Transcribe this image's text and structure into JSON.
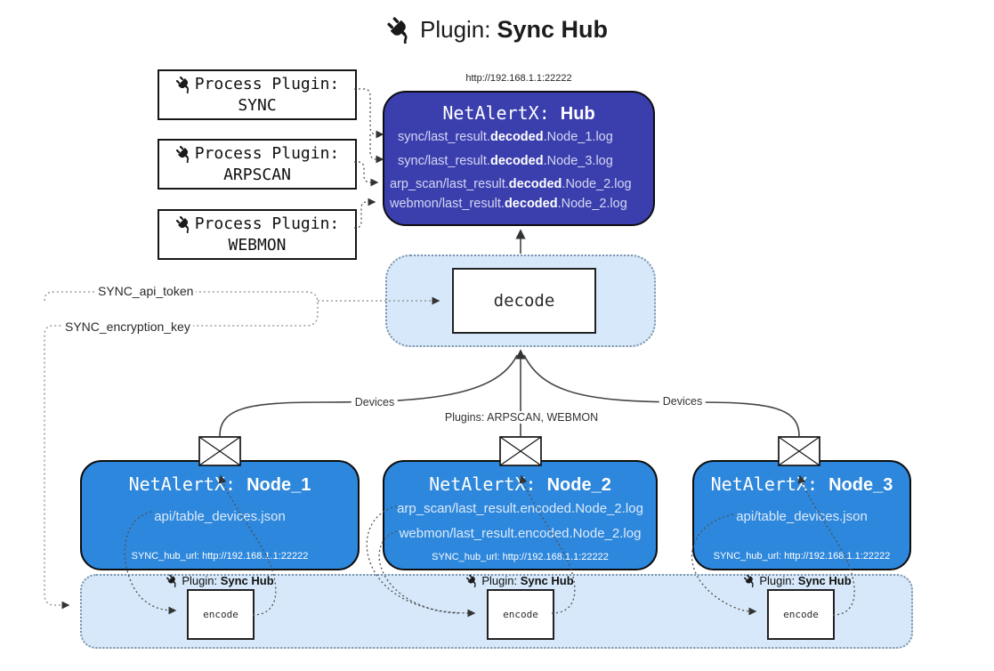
{
  "title": {
    "label": "Plugin:",
    "name": "Sync Hub"
  },
  "hub": {
    "url": "http://192.168.1.1:22222",
    "prefix": "NetAlertX: ",
    "name": "Hub",
    "logs": [
      {
        "pre": "sync/last_result.",
        "bold": "decoded",
        "post": ".Node_1.log"
      },
      {
        "pre": "sync/last_result.",
        "bold": "decoded",
        "post": ".Node_3.log"
      },
      {
        "pre": "arp_scan/last_result.",
        "bold": "decoded",
        "post": ".Node_2.log"
      },
      {
        "pre": "webmon/last_result.",
        "bold": "decoded",
        "post": ".Node_2.log"
      }
    ]
  },
  "process_plugins": [
    {
      "label": "Process Plugin:",
      "name": "SYNC"
    },
    {
      "label": "Process Plugin:",
      "name": "ARPSCAN"
    },
    {
      "label": "Process Plugin:",
      "name": "WEBMON"
    }
  ],
  "decode": {
    "label": "decode"
  },
  "encode": {
    "label": "encode"
  },
  "settings": {
    "api_token": "SYNC_api_token",
    "encryption_key": "SYNC_encryption_key"
  },
  "edge_labels": {
    "devices_left": "Devices",
    "plugins_mid": "Plugins: ARPSCAN, WEBMON",
    "devices_right": "Devices"
  },
  "nodes": [
    {
      "prefix": "NetAlertX: ",
      "name": "Node_1",
      "files": [
        "api/table_devices.json"
      ],
      "hub_url": "SYNC_hub_url: http://192.168.1.1:22222"
    },
    {
      "prefix": "NetAlertX: ",
      "name": "Node_2",
      "files": [
        "arp_scan/last_result.encoded.Node_2.log",
        "webmon/last_result.encoded.Node_2.log"
      ],
      "hub_url": "SYNC_hub_url: http://192.168.1.1:22222"
    },
    {
      "prefix": "NetAlertX: ",
      "name": "Node_3",
      "files": [
        "api/table_devices.json"
      ],
      "hub_url": "SYNC_hub_url: http://192.168.1.1:22222"
    }
  ],
  "sync_plugin_badge": {
    "label": "Plugin: ",
    "name": "Sync Hub"
  },
  "colors": {
    "hub_bg": "#3b3fae",
    "node_bg": "#2d87dc",
    "panel_bg": "#d6e8f9",
    "panel_border": "#7e93aa",
    "line": "#454545"
  }
}
